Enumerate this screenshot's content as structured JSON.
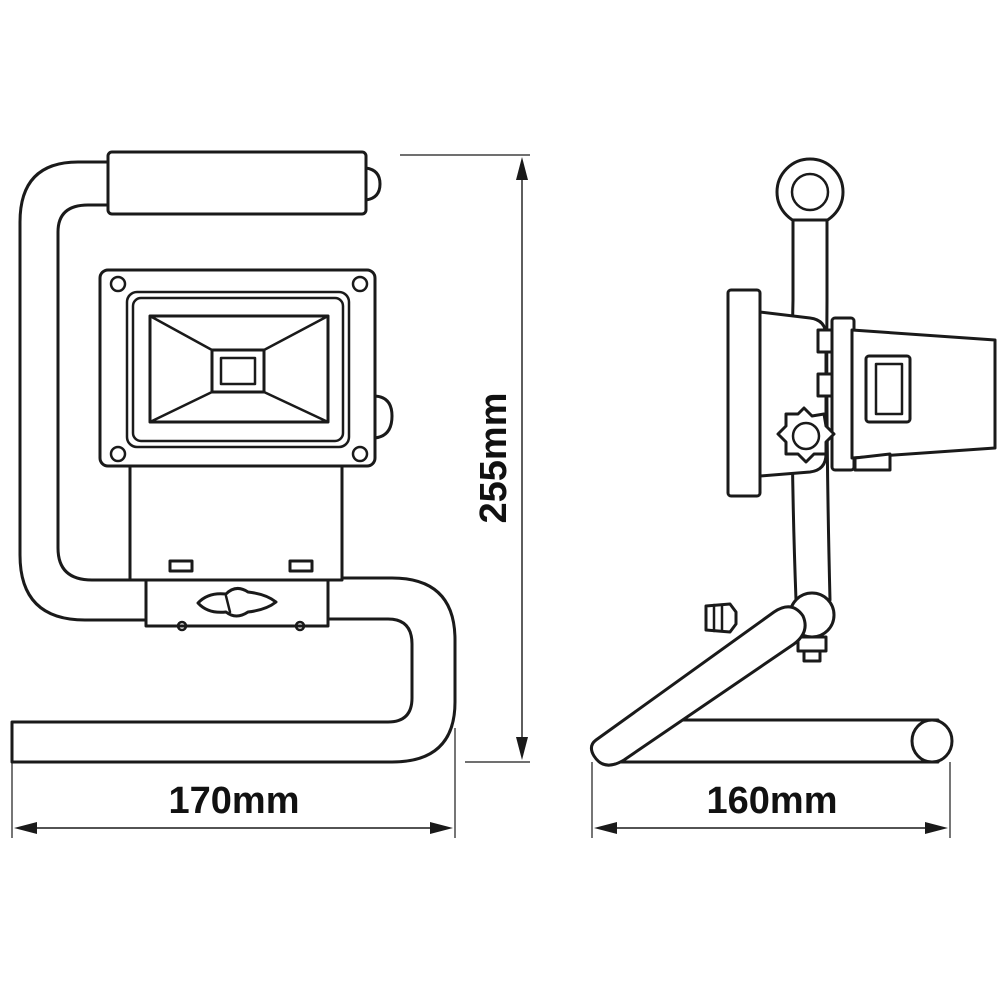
{
  "dimensions": {
    "width_front": "170mm",
    "height": "255mm",
    "depth_side": "160mm"
  },
  "colors": {
    "line": "#1a1a1a",
    "background": "#ffffff"
  },
  "views": [
    "front-view",
    "side-view"
  ]
}
